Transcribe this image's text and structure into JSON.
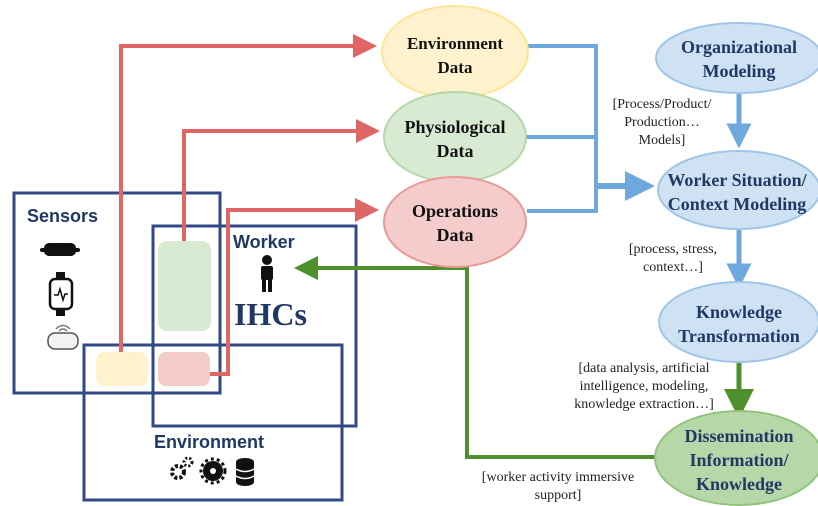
{
  "nodes": {
    "environment_data": "Environment\nData",
    "physiological_data": "Physiological\nData",
    "operations_data": "Operations\nData",
    "organizational_modeling": "Organizational\nModeling",
    "worker_situation": "Worker Situation/\nContext Modeling",
    "knowledge_transformation": "Knowledge\nTransformation",
    "dissemination": "Dissemination\nInformation/\nKnowledge"
  },
  "boxes": {
    "sensors": "Sensors",
    "worker": "Worker",
    "ihcs": "IHCs",
    "environment": "Environment"
  },
  "notes": {
    "process_models": "[Process/Product/\nProduction…\nModels]",
    "process_stress": "[process, stress,\ncontext…]",
    "data_analysis": "[data analysis, artificial\nintelligence, modeling,\nknowledge extraction…]",
    "worker_activity": "[worker activity immersive\nsupport]"
  },
  "colors": {
    "box_border": "#2f4a86",
    "red_arrow": "#e06666",
    "blue_arrow": "#6fa8dc",
    "green_arrow": "#4e8f2e",
    "env_fill": "#fff2cc",
    "phys_fill": "#d9ead3",
    "ops_fill": "#f4cccc",
    "blue_fill": "#cfe2f3",
    "green_fill": "#b6d7a8"
  },
  "icons": [
    "vr-headset-icon",
    "smartwatch-icon",
    "wireless-sensor-icon",
    "person-icon",
    "gear-icon",
    "cog-icon",
    "database-icon"
  ]
}
